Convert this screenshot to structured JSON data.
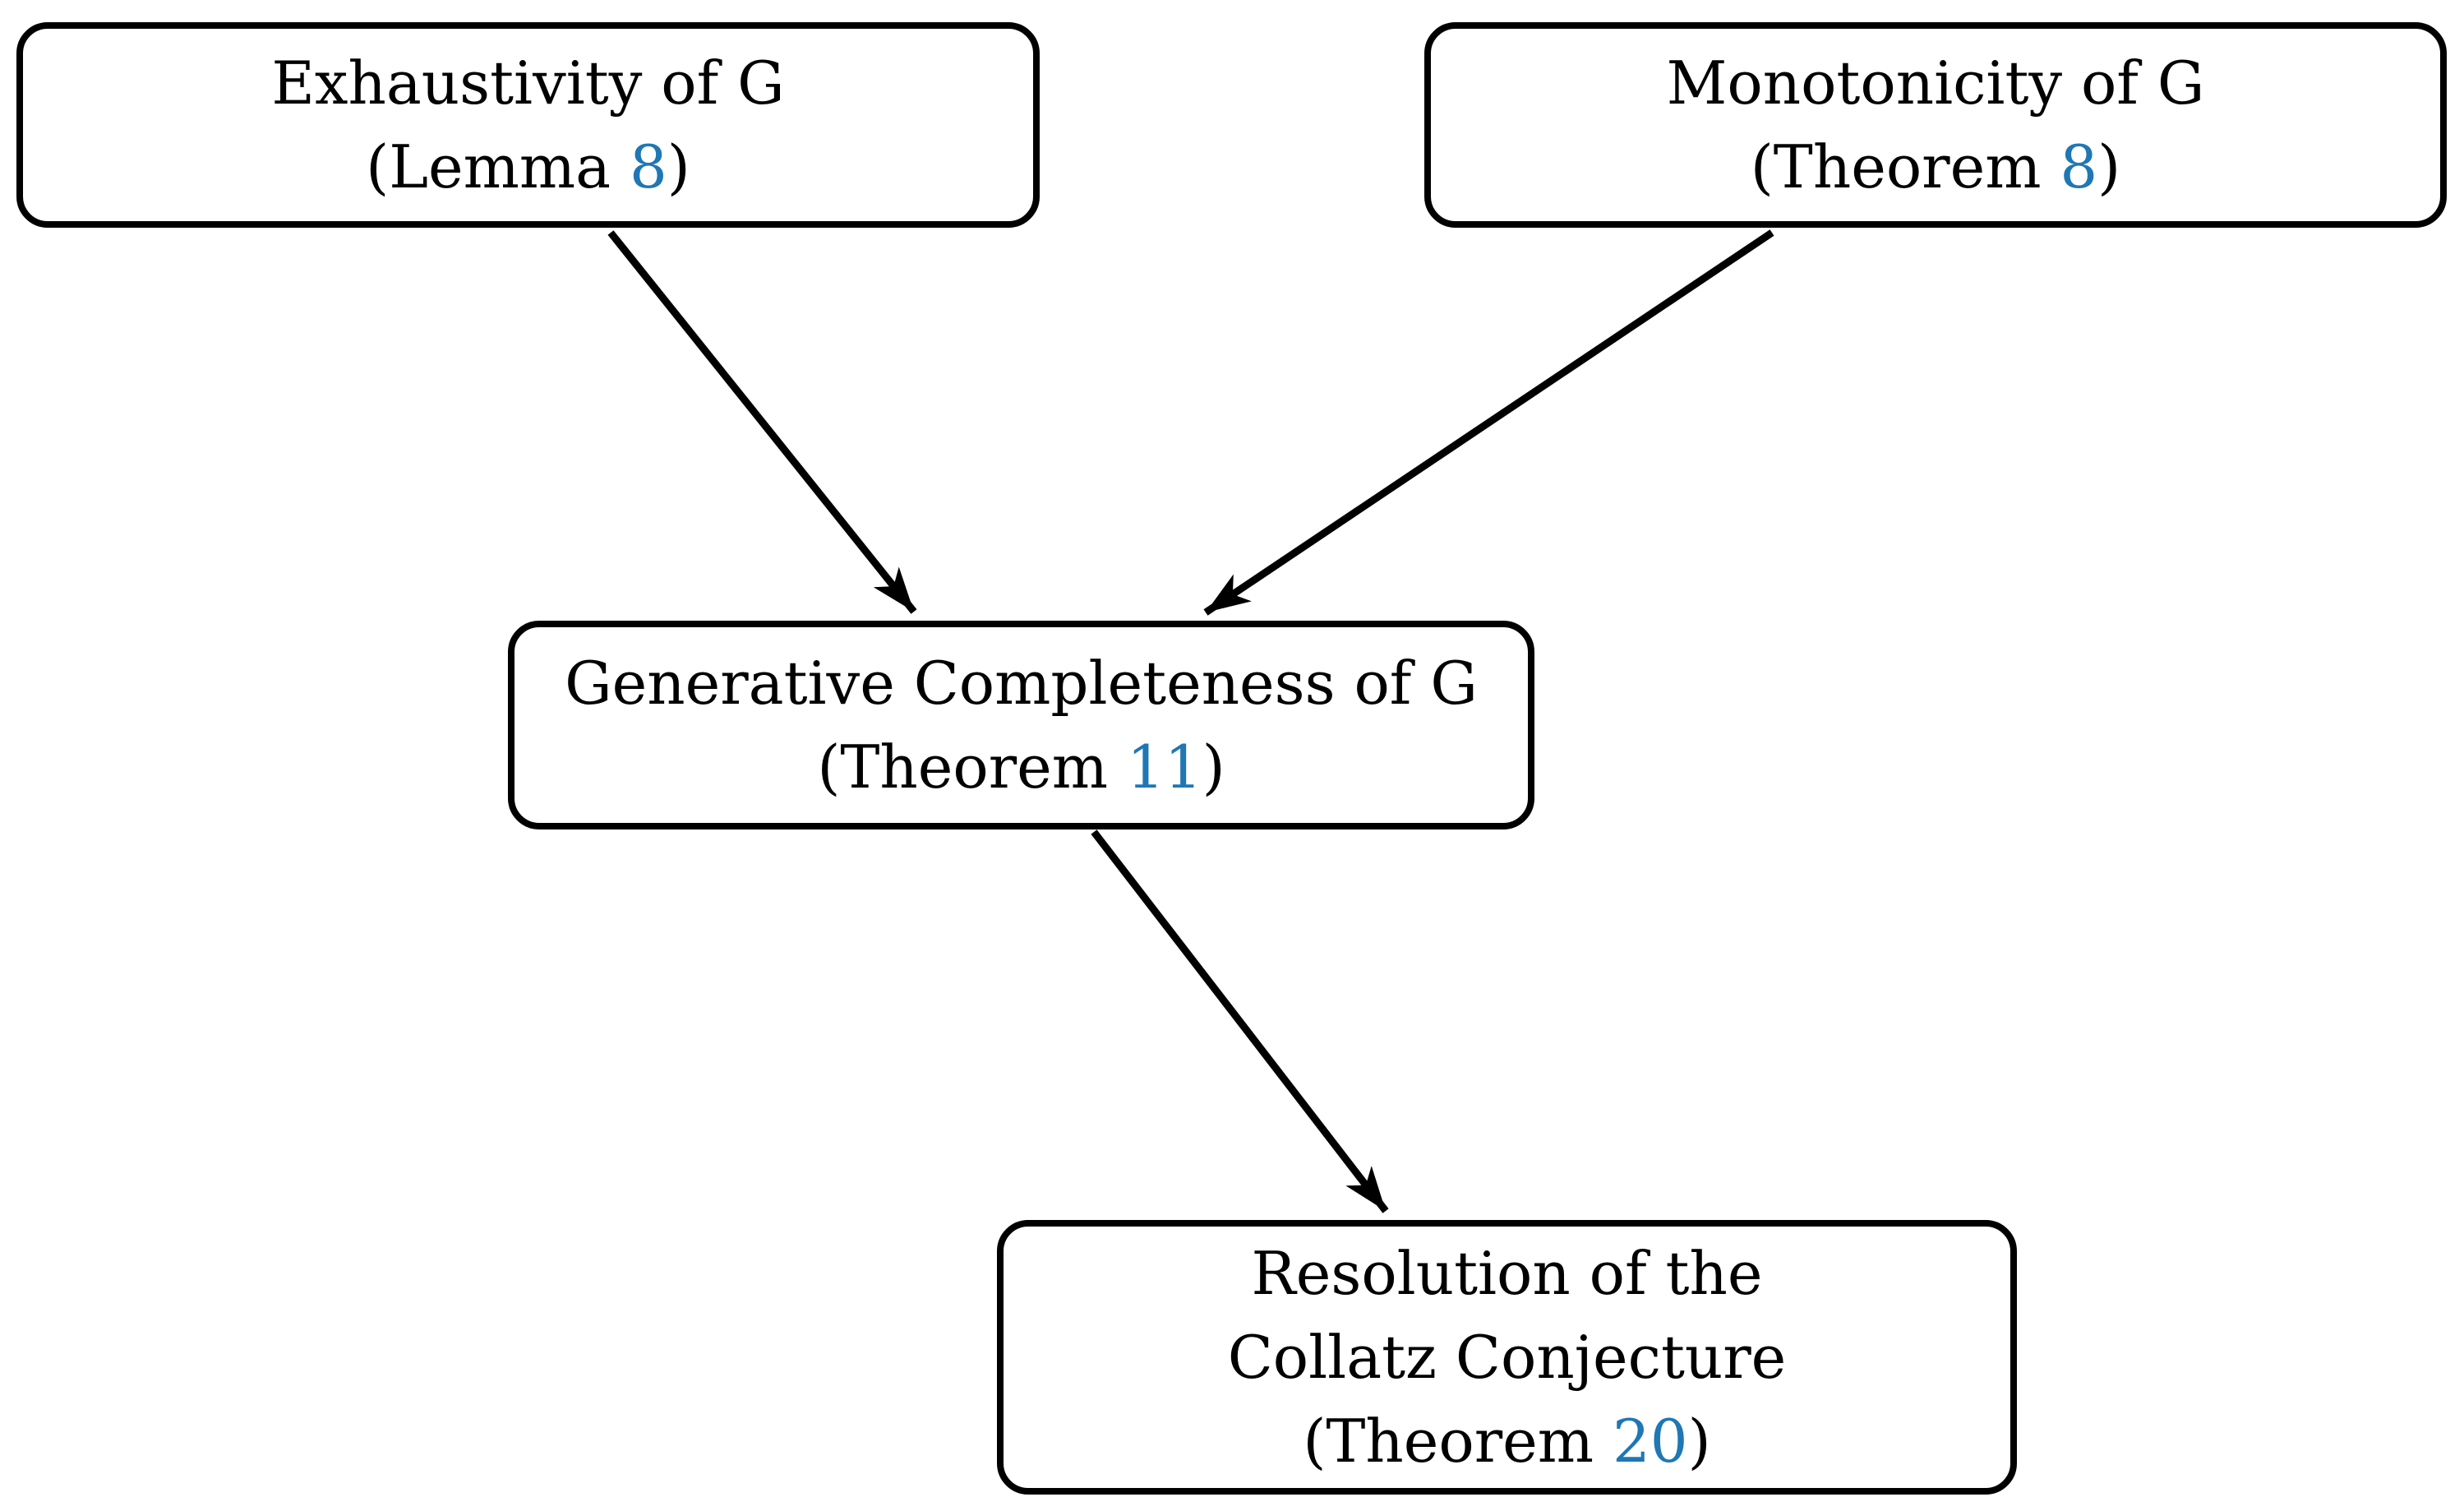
{
  "diagram": {
    "colors": {
      "background": "#ffffff",
      "stroke": "#000000",
      "text": "#000000",
      "reference_link": "#1f77b4"
    },
    "nodes": [
      {
        "id": "exhaustivity",
        "title": "Exhaustivity of G",
        "ref_prefix": "(Lemma ",
        "ref_number": "8",
        "ref_suffix": ")"
      },
      {
        "id": "monotonicity",
        "title": "Monotonicity of G",
        "ref_prefix": "(Theorem ",
        "ref_number": "8",
        "ref_suffix": ")"
      },
      {
        "id": "generative_completeness",
        "title": "Generative Completeness of G",
        "ref_prefix": "(Theorem ",
        "ref_number": "11",
        "ref_suffix": ")"
      },
      {
        "id": "collatz_resolution",
        "title_line1": "Resolution of the",
        "title_line2": "Collatz Conjecture",
        "ref_prefix": "(Theorem ",
        "ref_number": "20",
        "ref_suffix": ")"
      }
    ],
    "edges": [
      {
        "from": "exhaustivity",
        "to": "generative_completeness"
      },
      {
        "from": "monotonicity",
        "to": "generative_completeness"
      },
      {
        "from": "generative_completeness",
        "to": "collatz_resolution"
      }
    ]
  }
}
